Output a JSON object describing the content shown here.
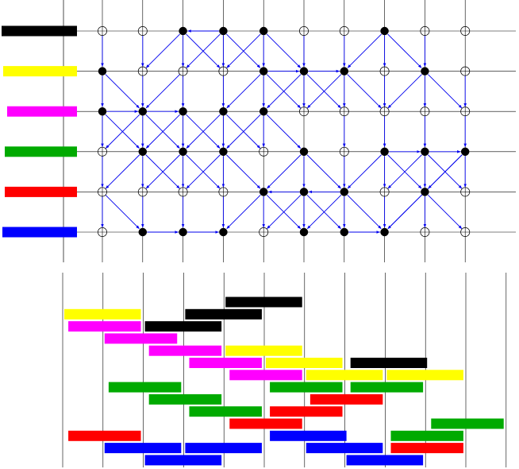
{
  "colors": {
    "black": "#000000",
    "yellow": "#ffff00",
    "magenta": "#ff00ff",
    "green": "#00aa00",
    "red": "#ff0000",
    "blue": "#0000ff",
    "edge": "#0000ee",
    "grid": "#000000"
  },
  "diagram": {
    "rows": [
      "black",
      "yellow",
      "magenta",
      "green",
      "red",
      "blue"
    ],
    "column_count": 10,
    "row_count": 6,
    "nodes_filled": [
      [
        0,
        2
      ],
      [
        0,
        3
      ],
      [
        0,
        4
      ],
      [
        0,
        7
      ],
      [
        1,
        0
      ],
      [
        1,
        4
      ],
      [
        1,
        5
      ],
      [
        1,
        6
      ],
      [
        1,
        8
      ],
      [
        2,
        0
      ],
      [
        2,
        1
      ],
      [
        2,
        2
      ],
      [
        2,
        3
      ],
      [
        2,
        4
      ],
      [
        3,
        1
      ],
      [
        3,
        2
      ],
      [
        3,
        3
      ],
      [
        3,
        5
      ],
      [
        3,
        7
      ],
      [
        3,
        8
      ],
      [
        3,
        9
      ],
      [
        4,
        4
      ],
      [
        4,
        5
      ],
      [
        4,
        6
      ],
      [
        4,
        8
      ],
      [
        5,
        1
      ],
      [
        5,
        2
      ],
      [
        5,
        3
      ],
      [
        5,
        5
      ],
      [
        5,
        6
      ],
      [
        5,
        7
      ]
    ],
    "edges": [
      [
        [
          0,
          3
        ],
        [
          0,
          2
        ]
      ],
      [
        [
          0,
          0
        ],
        [
          1,
          0
        ]
      ],
      [
        [
          0,
          1
        ],
        [
          1,
          1
        ]
      ],
      [
        [
          0,
          2
        ],
        [
          1,
          1
        ]
      ],
      [
        [
          0,
          2
        ],
        [
          1,
          2
        ]
      ],
      [
        [
          0,
          2
        ],
        [
          1,
          3
        ]
      ],
      [
        [
          0,
          3
        ],
        [
          1,
          2
        ]
      ],
      [
        [
          0,
          3
        ],
        [
          1,
          3
        ]
      ],
      [
        [
          0,
          3
        ],
        [
          1,
          4
        ]
      ],
      [
        [
          0,
          4
        ],
        [
          1,
          3
        ]
      ],
      [
        [
          0,
          4
        ],
        [
          1,
          4
        ]
      ],
      [
        [
          0,
          4
        ],
        [
          1,
          5
        ]
      ],
      [
        [
          0,
          7
        ],
        [
          1,
          6
        ]
      ],
      [
        [
          0,
          7
        ],
        [
          1,
          7
        ]
      ],
      [
        [
          0,
          7
        ],
        [
          1,
          8
        ]
      ],
      [
        [
          0,
          5
        ],
        [
          1,
          5
        ]
      ],
      [
        [
          0,
          6
        ],
        [
          1,
          6
        ]
      ],
      [
        [
          0,
          8
        ],
        [
          1,
          8
        ]
      ],
      [
        [
          1,
          4
        ],
        [
          1,
          5
        ]
      ],
      [
        [
          1,
          5
        ],
        [
          1,
          6
        ]
      ],
      [
        [
          1,
          0
        ],
        [
          2,
          0
        ]
      ],
      [
        [
          1,
          0
        ],
        [
          2,
          1
        ]
      ],
      [
        [
          1,
          1
        ],
        [
          2,
          1
        ]
      ],
      [
        [
          1,
          2
        ],
        [
          2,
          2
        ]
      ],
      [
        [
          1,
          2
        ],
        [
          2,
          1
        ]
      ],
      [
        [
          1,
          3
        ],
        [
          2,
          3
        ]
      ],
      [
        [
          1,
          4
        ],
        [
          2,
          3
        ]
      ],
      [
        [
          1,
          4
        ],
        [
          2,
          4
        ]
      ],
      [
        [
          1,
          4
        ],
        [
          2,
          5
        ]
      ],
      [
        [
          1,
          5
        ],
        [
          2,
          4
        ]
      ],
      [
        [
          1,
          5
        ],
        [
          2,
          5
        ]
      ],
      [
        [
          1,
          5
        ],
        [
          2,
          6
        ]
      ],
      [
        [
          1,
          6
        ],
        [
          2,
          5
        ]
      ],
      [
        [
          1,
          6
        ],
        [
          2,
          6
        ]
      ],
      [
        [
          1,
          6
        ],
        [
          2,
          7
        ]
      ],
      [
        [
          1,
          8
        ],
        [
          2,
          7
        ]
      ],
      [
        [
          1,
          8
        ],
        [
          2,
          8
        ]
      ],
      [
        [
          1,
          8
        ],
        [
          2,
          9
        ]
      ],
      [
        [
          1,
          7
        ],
        [
          2,
          7
        ]
      ],
      [
        [
          1,
          9
        ],
        [
          2,
          9
        ]
      ],
      [
        [
          2,
          0
        ],
        [
          2,
          1
        ]
      ],
      [
        [
          2,
          1
        ],
        [
          2,
          2
        ]
      ],
      [
        [
          2,
          0
        ],
        [
          3,
          0
        ]
      ],
      [
        [
          2,
          0
        ],
        [
          3,
          1
        ]
      ],
      [
        [
          2,
          1
        ],
        [
          3,
          0
        ]
      ],
      [
        [
          2,
          1
        ],
        [
          3,
          1
        ]
      ],
      [
        [
          2,
          1
        ],
        [
          3,
          2
        ]
      ],
      [
        [
          2,
          2
        ],
        [
          3,
          1
        ]
      ],
      [
        [
          2,
          2
        ],
        [
          3,
          2
        ]
      ],
      [
        [
          2,
          2
        ],
        [
          3,
          3
        ]
      ],
      [
        [
          2,
          3
        ],
        [
          3,
          2
        ]
      ],
      [
        [
          2,
          3
        ],
        [
          3,
          3
        ]
      ],
      [
        [
          2,
          3
        ],
        [
          3,
          4
        ]
      ],
      [
        [
          2,
          4
        ],
        [
          3,
          3
        ]
      ],
      [
        [
          2,
          4
        ],
        [
          3,
          4
        ]
      ],
      [
        [
          2,
          4
        ],
        [
          3,
          5
        ]
      ],
      [
        [
          2,
          6
        ],
        [
          3,
          6
        ]
      ],
      [
        [
          2,
          7
        ],
        [
          3,
          7
        ]
      ],
      [
        [
          2,
          8
        ],
        [
          3,
          8
        ]
      ],
      [
        [
          2,
          9
        ],
        [
          3,
          9
        ]
      ],
      [
        [
          3,
          7
        ],
        [
          3,
          8
        ]
      ],
      [
        [
          3,
          8
        ],
        [
          3,
          9
        ]
      ],
      [
        [
          3,
          1
        ],
        [
          4,
          0
        ]
      ],
      [
        [
          3,
          1
        ],
        [
          4,
          1
        ]
      ],
      [
        [
          3,
          1
        ],
        [
          4,
          2
        ]
      ],
      [
        [
          3,
          2
        ],
        [
          4,
          1
        ]
      ],
      [
        [
          3,
          2
        ],
        [
          4,
          2
        ]
      ],
      [
        [
          3,
          2
        ],
        [
          4,
          3
        ]
      ],
      [
        [
          3,
          3
        ],
        [
          4,
          2
        ]
      ],
      [
        [
          3,
          3
        ],
        [
          4,
          3
        ]
      ],
      [
        [
          3,
          3
        ],
        [
          4,
          4
        ]
      ],
      [
        [
          3,
          5
        ],
        [
          4,
          4
        ]
      ],
      [
        [
          3,
          5
        ],
        [
          4,
          5
        ]
      ],
      [
        [
          3,
          5
        ],
        [
          4,
          6
        ]
      ],
      [
        [
          3,
          7
        ],
        [
          4,
          6
        ]
      ],
      [
        [
          3,
          7
        ],
        [
          4,
          7
        ]
      ],
      [
        [
          3,
          7
        ],
        [
          4,
          8
        ]
      ],
      [
        [
          3,
          8
        ],
        [
          4,
          7
        ]
      ],
      [
        [
          3,
          8
        ],
        [
          4,
          8
        ]
      ],
      [
        [
          3,
          8
        ],
        [
          4,
          9
        ]
      ],
      [
        [
          3,
          9
        ],
        [
          4,
          8
        ]
      ],
      [
        [
          3,
          9
        ],
        [
          4,
          9
        ]
      ],
      [
        [
          3,
          0
        ],
        [
          4,
          0
        ]
      ],
      [
        [
          3,
          6
        ],
        [
          4,
          6
        ]
      ],
      [
        [
          4,
          5
        ],
        [
          4,
          4
        ]
      ],
      [
        [
          4,
          6
        ],
        [
          4,
          5
        ]
      ],
      [
        [
          4,
          0
        ],
        [
          5,
          0
        ]
      ],
      [
        [
          4,
          0
        ],
        [
          5,
          1
        ]
      ],
      [
        [
          4,
          1
        ],
        [
          5,
          1
        ]
      ],
      [
        [
          4,
          2
        ],
        [
          5,
          2
        ]
      ],
      [
        [
          4,
          3
        ],
        [
          5,
          3
        ]
      ],
      [
        [
          4,
          4
        ],
        [
          5,
          3
        ]
      ],
      [
        [
          4,
          4
        ],
        [
          5,
          4
        ]
      ],
      [
        [
          4,
          4
        ],
        [
          5,
          5
        ]
      ],
      [
        [
          4,
          5
        ],
        [
          5,
          4
        ]
      ],
      [
        [
          4,
          5
        ],
        [
          5,
          5
        ]
      ],
      [
        [
          4,
          5
        ],
        [
          5,
          6
        ]
      ],
      [
        [
          4,
          6
        ],
        [
          5,
          5
        ]
      ],
      [
        [
          4,
          6
        ],
        [
          5,
          6
        ]
      ],
      [
        [
          4,
          6
        ],
        [
          5,
          7
        ]
      ],
      [
        [
          4,
          8
        ],
        [
          5,
          7
        ]
      ],
      [
        [
          4,
          8
        ],
        [
          5,
          8
        ]
      ],
      [
        [
          4,
          8
        ],
        [
          5,
          9
        ]
      ],
      [
        [
          4,
          7
        ],
        [
          5,
          7
        ]
      ],
      [
        [
          3,
          9
        ],
        [
          5,
          7
        ]
      ],
      [
        [
          5,
          1
        ],
        [
          5,
          2
        ]
      ],
      [
        [
          5,
          2
        ],
        [
          5,
          3
        ]
      ],
      [
        [
          5,
          6
        ],
        [
          5,
          7
        ]
      ]
    ]
  },
  "gantt": {
    "bars": [
      {
        "color": "black",
        "start": 4.0,
        "end": 5.9,
        "row": 0
      },
      {
        "color": "black",
        "start": 3.0,
        "end": 4.9,
        "row": 1
      },
      {
        "color": "yellow",
        "start": 0.0,
        "end": 1.9,
        "row": 1
      },
      {
        "color": "black",
        "start": 2.0,
        "end": 3.9,
        "row": 2
      },
      {
        "color": "magenta",
        "start": 0.1,
        "end": 1.9,
        "row": 2
      },
      {
        "color": "magenta",
        "start": 1.0,
        "end": 2.8,
        "row": 3
      },
      {
        "color": "magenta",
        "start": 2.1,
        "end": 3.9,
        "row": 4
      },
      {
        "color": "yellow",
        "start": 4.0,
        "end": 5.9,
        "row": 4
      },
      {
        "color": "magenta",
        "start": 3.1,
        "end": 4.9,
        "row": 5
      },
      {
        "color": "yellow",
        "start": 5.0,
        "end": 6.9,
        "row": 5
      },
      {
        "color": "black",
        "start": 7.1,
        "end": 9.0,
        "row": 5
      },
      {
        "color": "magenta",
        "start": 4.1,
        "end": 5.9,
        "row": 6
      },
      {
        "color": "yellow",
        "start": 6.0,
        "end": 7.9,
        "row": 6
      },
      {
        "color": "yellow",
        "start": 8.0,
        "end": 9.9,
        "row": 6
      },
      {
        "color": "green",
        "start": 1.1,
        "end": 2.9,
        "row": 7
      },
      {
        "color": "green",
        "start": 5.1,
        "end": 6.9,
        "row": 7
      },
      {
        "color": "green",
        "start": 7.1,
        "end": 8.9,
        "row": 7
      },
      {
        "color": "green",
        "start": 2.1,
        "end": 3.9,
        "row": 8
      },
      {
        "color": "red",
        "start": 6.1,
        "end": 7.9,
        "row": 8
      },
      {
        "color": "green",
        "start": 3.1,
        "end": 4.9,
        "row": 9
      },
      {
        "color": "red",
        "start": 5.1,
        "end": 6.9,
        "row": 9
      },
      {
        "color": "red",
        "start": 4.1,
        "end": 5.9,
        "row": 10
      },
      {
        "color": "green",
        "start": 9.1,
        "end": 10.9,
        "row": 10
      },
      {
        "color": "red",
        "start": 0.1,
        "end": 1.9,
        "row": 11
      },
      {
        "color": "blue",
        "start": 5.1,
        "end": 7.0,
        "row": 11
      },
      {
        "color": "green",
        "start": 8.1,
        "end": 9.9,
        "row": 11
      },
      {
        "color": "blue",
        "start": 1.0,
        "end": 2.9,
        "row": 12
      },
      {
        "color": "blue",
        "start": 3.0,
        "end": 4.9,
        "row": 12
      },
      {
        "color": "blue",
        "start": 6.0,
        "end": 7.9,
        "row": 12
      },
      {
        "color": "red",
        "start": 8.1,
        "end": 9.9,
        "row": 12
      },
      {
        "color": "blue",
        "start": 2.0,
        "end": 3.9,
        "row": 13
      },
      {
        "color": "blue",
        "start": 7.0,
        "end": 8.9,
        "row": 13
      }
    ]
  }
}
